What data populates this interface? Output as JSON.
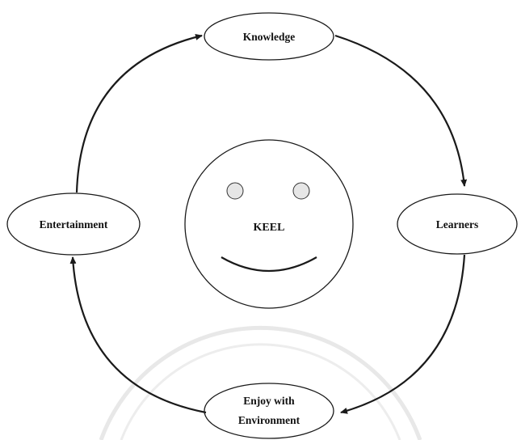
{
  "diagram": {
    "nodes": {
      "knowledge": "Knowledge",
      "learners": "Learners",
      "enjoy_line1": "Enjoy with",
      "enjoy_line2": "Environment",
      "entertainment": "Entertainment"
    },
    "center_label": "KEEL",
    "cycle_order": [
      "Knowledge",
      "Learners",
      "Enjoy with Environment",
      "Entertainment"
    ]
  }
}
